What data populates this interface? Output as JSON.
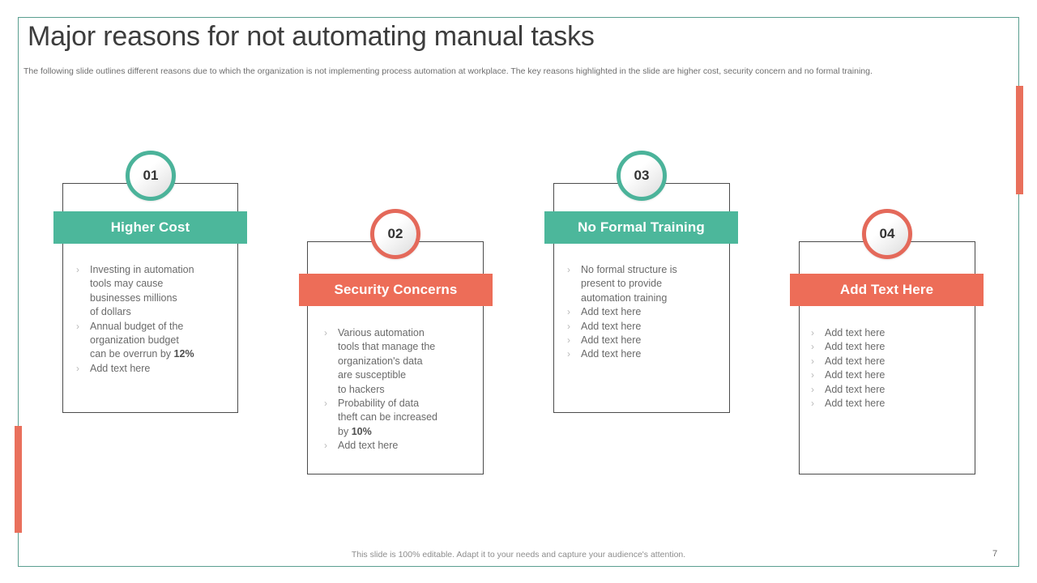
{
  "slide": {
    "title": "Major reasons for not automating manual tasks",
    "subtitle": "The following slide outlines different reasons due to which the organization is not implementing process automation at workplace. The key reasons highlighted in the slide are higher cost, security concern and no formal training.",
    "footer_note": "This slide is 100% editable. Adapt it to your needs and capture your audience's attention.",
    "page_number": "7",
    "bullet_glyph": "›"
  },
  "colors": {
    "teal": "#4bb39a",
    "teal_banner": "#4cb79b",
    "coral": "#e9705c",
    "coral_banner": "#ed6d58",
    "frame_border": "#5a9e90",
    "box_border": "#4b4b4b",
    "title_text": "#3d3d3d",
    "body_text": "#6a6a6a"
  },
  "cards": [
    {
      "number": "01",
      "heading": "Higher Cost",
      "accent": "teal",
      "bullets": [
        "Investing  in automation\ntools may cause\nbusinesses millions\nof dollars",
        "Annual  budget of the\norganization  budget\ncan be overrun by ",
        "Add text here"
      ],
      "bullet_bold": [
        "",
        "12%",
        ""
      ]
    },
    {
      "number": "02",
      "heading": "Security Concerns",
      "accent": "coral",
      "bullets": [
        "Various  automation\ntools that manage the\norganization's data\nare susceptible\nto hackers",
        "Probability  of data\ntheft can be increased\nby ",
        "Add text here"
      ],
      "bullet_bold": [
        "",
        "10%",
        ""
      ]
    },
    {
      "number": "03",
      "heading": "No Formal Training",
      "accent": "teal",
      "bullets": [
        "No formal structure is\npresent to provide\nautomation training",
        "Add text here",
        "Add text here",
        "Add text here",
        "Add text here"
      ],
      "bullet_bold": [
        "",
        "",
        "",
        "",
        ""
      ]
    },
    {
      "number": "04",
      "heading": "Add Text Here",
      "accent": "coral",
      "bullets": [
        "Add text here",
        "Add text here",
        "Add text here",
        "Add text here",
        "Add text here",
        "Add text here"
      ],
      "bullet_bold": [
        "",
        "",
        "",
        "",
        "",
        ""
      ]
    }
  ]
}
